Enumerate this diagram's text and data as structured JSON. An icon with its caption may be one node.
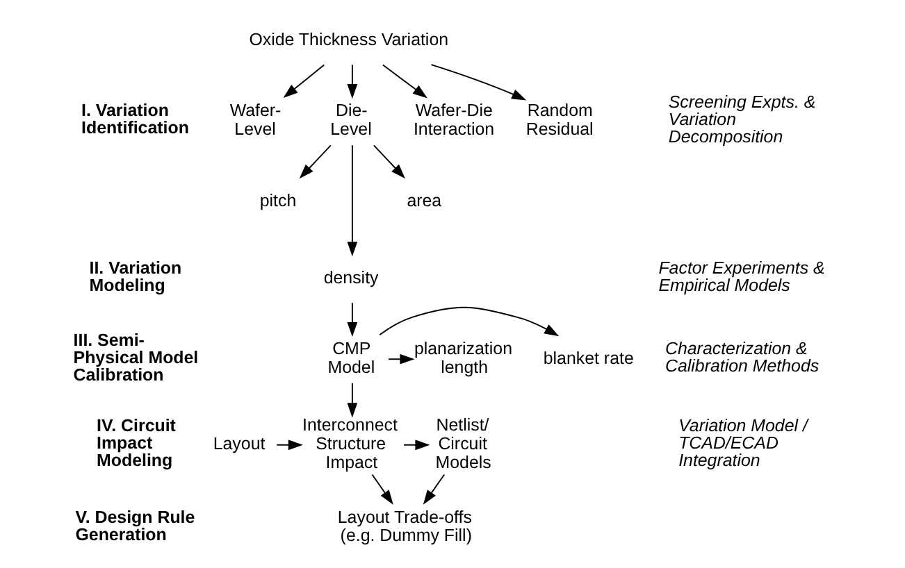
{
  "diagram": {
    "nodes": [
      {
        "text": [
          "Oxide Thickness Variation"
        ]
      },
      {
        "text": [
          "Wafer- Level"
        ]
      },
      {
        "text": [
          "Die- Level"
        ]
      },
      {
        "text": [
          "Wafer-Die Interaction"
        ]
      },
      {
        "text": [
          "Random Residual"
        ]
      },
      {
        "text": [
          "pitch"
        ]
      },
      {
        "text": [
          "density"
        ]
      },
      {
        "text": [
          "area"
        ]
      },
      {
        "text": [
          "CMP Model"
        ]
      },
      {
        "text": [
          "blanket rate"
        ]
      },
      {
        "text": [
          "planarization length"
        ]
      },
      {
        "text": [
          "Layout"
        ]
      },
      {
        "text": [
          "Interconnect Structure Impact"
        ]
      },
      {
        "text": [
          "Netlist/ Circuit Models"
        ]
      },
      {
        "text": [
          "Layout Trade-offs (e.g. Dummy Fill)"
        ]
      }
    ],
    "edges": [
      {
        "from": 0,
        "to": 1,
        "arrow": "to"
      },
      {
        "from": 0,
        "to": 2,
        "arrow": "to"
      },
      {
        "from": 0,
        "to": 3,
        "arrow": "to"
      },
      {
        "from": 0,
        "to": 4,
        "arrow": "to"
      },
      {
        "from": 2,
        "to": 5,
        "arrow": "to"
      },
      {
        "from": 2,
        "to": 6,
        "arrow": "to"
      },
      {
        "from": 2,
        "to": 7,
        "arrow": "to"
      },
      {
        "from": 6,
        "to": 8,
        "arrow": "to"
      },
      {
        "from": 8,
        "to": 9,
        "arrow": "to"
      },
      {
        "from": 8,
        "to": 10,
        "arrow": "to"
      },
      {
        "from": 8,
        "to": 12,
        "arrow": "to"
      },
      {
        "from": 11,
        "to": 12,
        "arrow": "to"
      },
      {
        "from": 12,
        "to": 13,
        "arrow": "to"
      },
      {
        "from": 12,
        "to": 14,
        "arrow": "to"
      },
      {
        "from": 13,
        "to": 14,
        "arrow": "to"
      }
    ],
    "labels": [
      "I. Variation Identification",
      "Screening Expts. & Variation Decomposition",
      "II. Variation Modeling",
      "Factor Experiments & Empirical Models",
      "III. Semi- Physical Model Calibration",
      "Characterization & Calibration Methods",
      "IV. Circuit Impact Modeling",
      "Variation Model / TCAD/ECAD Integration",
      "V. Design Rule Generation"
    ]
  }
}
